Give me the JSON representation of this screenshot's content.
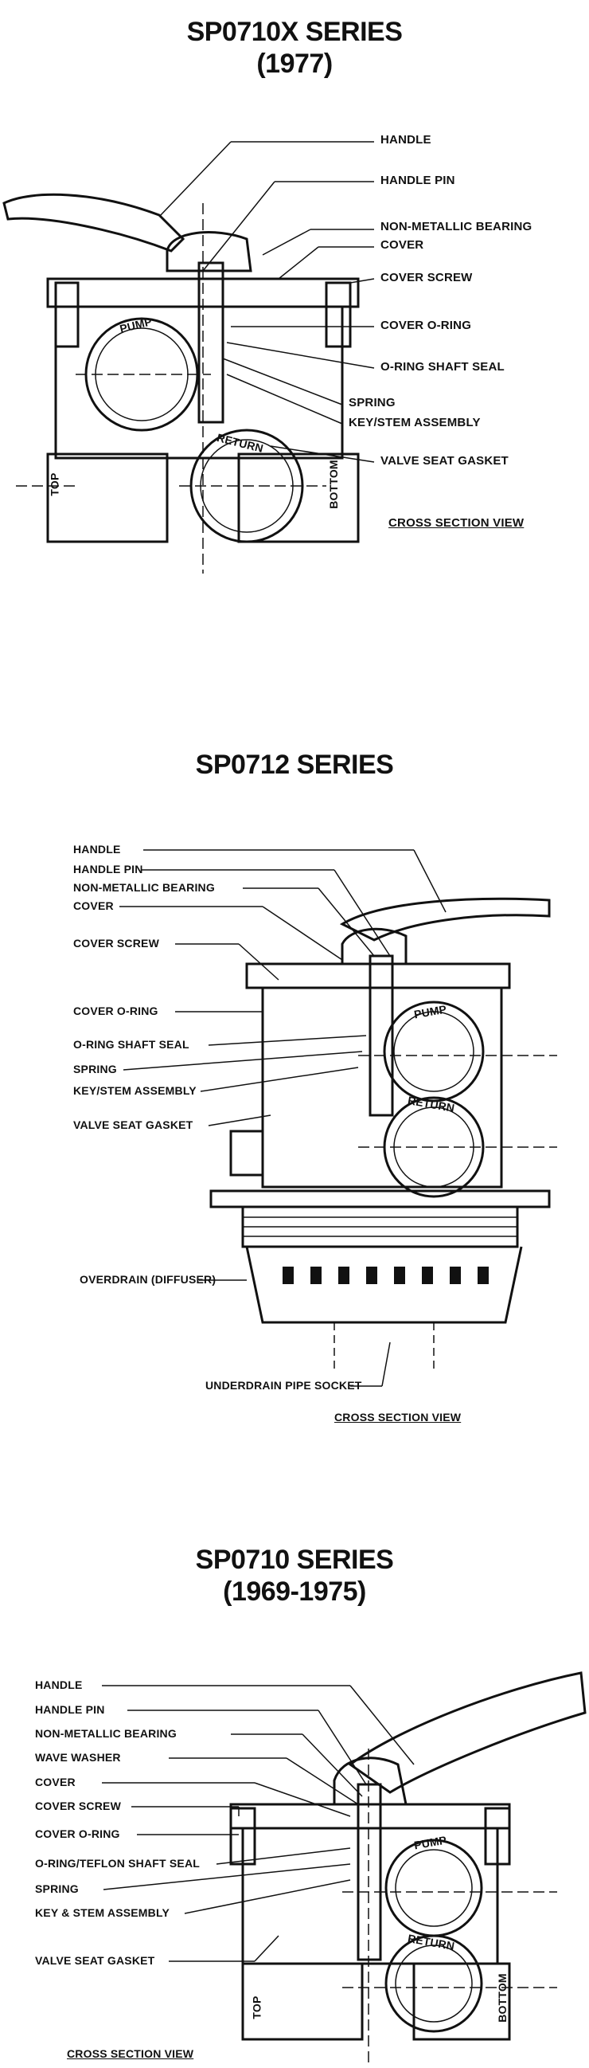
{
  "sections": [
    {
      "title1": "SP0710X SERIES",
      "title2": "(1977)",
      "labels": [
        "HANDLE",
        "HANDLE PIN",
        "NON-METALLIC BEARING",
        "COVER",
        "COVER SCREW",
        "COVER O-RING",
        "O-RING SHAFT SEAL",
        "SPRING",
        "KEY/STEM ASSEMBLY",
        "VALVE SEAT GASKET"
      ],
      "port_labels": [
        "PUMP",
        "RETURN",
        "TOP",
        "BOTTOM"
      ],
      "caption": "CROSS SECTION VIEW"
    },
    {
      "title1": "SP0712 SERIES",
      "labels": [
        "HANDLE",
        "HANDLE PIN",
        "NON-METALLIC BEARING",
        "COVER",
        "COVER SCREW",
        "COVER O-RING",
        "O-RING SHAFT SEAL",
        "SPRING",
        "KEY/STEM ASSEMBLY",
        "VALVE SEAT GASKET",
        "OVERDRAIN (DIFFUSER)",
        "UNDERDRAIN PIPE SOCKET"
      ],
      "port_labels": [
        "PUMP",
        "RETURN"
      ],
      "caption": "CROSS SECTION VIEW"
    },
    {
      "title1": "SP0710 SERIES",
      "title2": "(1969-1975)",
      "labels": [
        "HANDLE",
        "HANDLE PIN",
        "NON-METALLIC BEARING",
        "WAVE WASHER",
        "COVER",
        "COVER SCREW",
        "COVER O-RING",
        "O-RING/TEFLON SHAFT SEAL",
        "SPRING",
        "KEY & STEM ASSEMBLY",
        "VALVE SEAT GASKET"
      ],
      "port_labels": [
        "PUMP",
        "RETURN",
        "TOP",
        "BOTTOM"
      ],
      "caption": "CROSS SECTION VIEW"
    }
  ],
  "colors": {
    "ink": "#111111",
    "paper": "#ffffff"
  }
}
